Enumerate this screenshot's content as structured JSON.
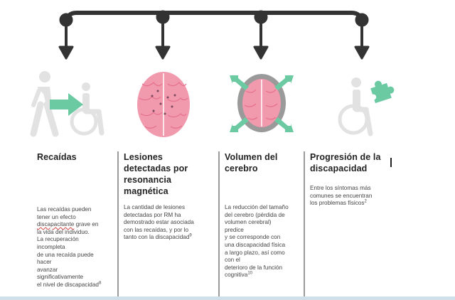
{
  "colors": {
    "bracket": "#333333",
    "figure": "#e2e2e2",
    "accent_green": "#6ccaa3",
    "brain_pink": "#f199ad",
    "brain_outline": "#9a9a9a",
    "divider": "#9a9a9a"
  },
  "icons": [
    "walking-to-wheelchair-icon",
    "brain-lesions-icon",
    "brain-shrinking-icon",
    "wheelchair-puzzle-icon"
  ],
  "columns": [
    {
      "title": "Recaídas",
      "body_1": "Las recaídas pueden\ntener un efecto\n",
      "body_squiggle": "discapacitante",
      "body_2": " grave en\nla vida del individuo.\nLa recuperación\nincompleta\nde una recaída puede\nhacer\navanzar\nsignificativamente\nel nivel de discapacidad",
      "ref": "8"
    },
    {
      "title": "Lesiones detectadas por resonancia magnética",
      "body": "La cantidad de lesiones\ndetectadas por RM  ha\ndemostrado estar asociada\ncon las recaídas, y por lo\ntanto con la discapacidad",
      "ref": "9"
    },
    {
      "title": "Volumen del cerebro",
      "body": "La reducción del tamaño\ndel cerebro (pérdida de\nvolumen cerebral)\npredice\ny se corresponde con\nuna discapacidad física\na largo plazo, así como\ncon el\ndeterioro de la función\ncognitiva",
      "ref": "10"
    },
    {
      "title": "Progresión de la discapacidad",
      "body": "Entre los síntomas más\ncomunes se encuentran\nlos problemas físicos",
      "ref": "2"
    }
  ]
}
